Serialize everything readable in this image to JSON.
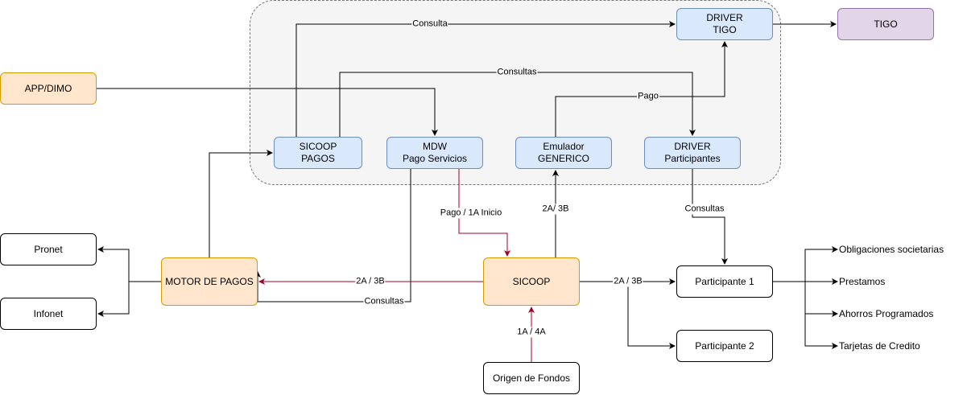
{
  "colors": {
    "group_fill": "#f5f5f5",
    "group_border": "#777777",
    "blue_fill": "#dae8fc",
    "blue_border": "#6c8ebf",
    "orange_fill": "#ffe6cc",
    "orange_border": "#d79b00",
    "purple_fill": "#e1d5e7",
    "purple_border": "#9673a6",
    "edge": "#000000",
    "payment_edge": "#a20025"
  },
  "nodes": {
    "driver_tigo": "DRIVER\nTIGO",
    "tigo": "TIGO",
    "app_dimo": "APP/DIMO",
    "sicoop_pagos": "SICOOP\nPAGOS",
    "mdw": "MDW\nPago Servicios",
    "emulador": "Emulador\nGENERICO",
    "driver_participantes": "DRIVER\nParticipantes",
    "pronet": "Pronet",
    "infonet": "Infonet",
    "motor_pagos": "MOTOR DE PAGOS",
    "sicoop": "SICOOP",
    "participante1": "Participante 1",
    "participante2": "Participante 2",
    "origen_fondos": "Origen de Fondos"
  },
  "edge_labels": {
    "consulta": "Consulta",
    "consultas_top": "Consultas",
    "pago": "Pago",
    "pago_1a_inicio": "Pago / 1A Inicio",
    "l_2a3b_emulador": "2A/ 3B",
    "consultas_driver": "Consultas",
    "l_2a3b_motor": "2A / 3B",
    "consultas_motor": "Consultas",
    "l_2a3b_participante": "2A / 3B",
    "l_1a4a": "1A / 4A"
  },
  "products": [
    "Obligaciones societarias",
    "Prestamos",
    "Ahorros Programados",
    "Tarjetas de Credito"
  ]
}
